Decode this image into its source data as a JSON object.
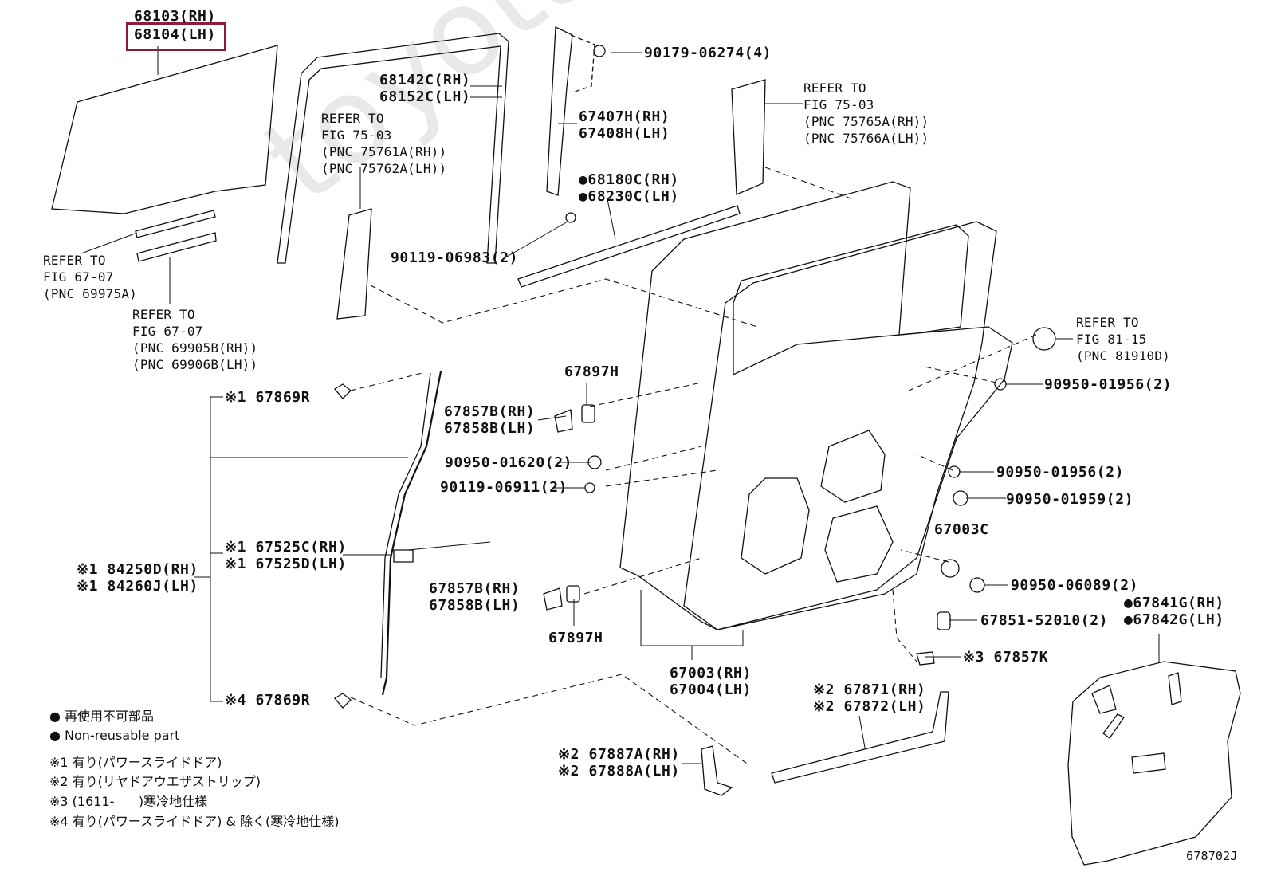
{
  "figure_code": "678702J",
  "watermark": "toyota-camr.ru",
  "highlighted_part": "68104(LH)",
  "parts": {
    "p68103": "68103(RH)",
    "p68104": "68104(LH)",
    "p68142": "68142C(RH)\n68152C(LH)",
    "p90179": "90179-06274(4)",
    "p67407": "67407H(RH)\n67408H(LH)",
    "p68180": "●68180C(RH)\n●68230C(LH)",
    "p90119a": "90119-06983(2)",
    "p67897a": "67897H",
    "p67857a": "67857B(RH)\n67858B(LH)",
    "p90950a": "90950-01620(2)",
    "p90119b": "90119-06911(2)",
    "p67869a": "※1 67869R",
    "p67525": "※1 67525C(RH)\n※1 67525D(LH)",
    "p84250": "※1 84250D(RH)\n※1 84260J(LH)",
    "p67857b": "67857B(RH)\n67858B(LH)",
    "p67897b": "67897H",
    "p67869b": "※4 67869R",
    "p67003": "67003(RH)\n67004(LH)",
    "p90950b": "90950-01956(2)",
    "p90950c": "90950-01956(2)",
    "p90950d": "90950-01959(2)",
    "p67003c": "67003C",
    "p90950e": "90950-06089(2)",
    "p67851": "67851-52010(2)",
    "p67857k": "※3 67857K",
    "p67841": "●67841G(RH)\n●67842G(LH)",
    "p67871": "※2 67871(RH)\n※2 67872(LH)",
    "p67887": "※2 67887A(RH)\n※2 67888A(LH)"
  },
  "refs": {
    "r1": "REFER TO\nFIG 75-03\n(PNC 75761A(RH))\n(PNC 75762A(LH))",
    "r2": "REFER TO\nFIG 75-03\n(PNC 75765A(RH))\n(PNC 75766A(LH))",
    "r3": "REFER TO\nFIG 67-07\n(PNC 69975A)",
    "r4": "REFER TO\nFIG 67-07\n(PNC 69905B(RH))\n(PNC 69906B(LH))",
    "r5": "REFER TO\nFIG 81-15\n(PNC 81910D)"
  },
  "legend": {
    "l1": "● 再使用不可部品",
    "l2": "● Non-reusable part",
    "n1": "※1 有り(パワースライドドア)",
    "n2": "※2 有り(リヤドアウエザストリップ)",
    "n3": "※3 (1611-      )寒冷地仕様",
    "n4": "※4 有り(パワースライドドア) & 除く(寒冷地仕様)"
  }
}
